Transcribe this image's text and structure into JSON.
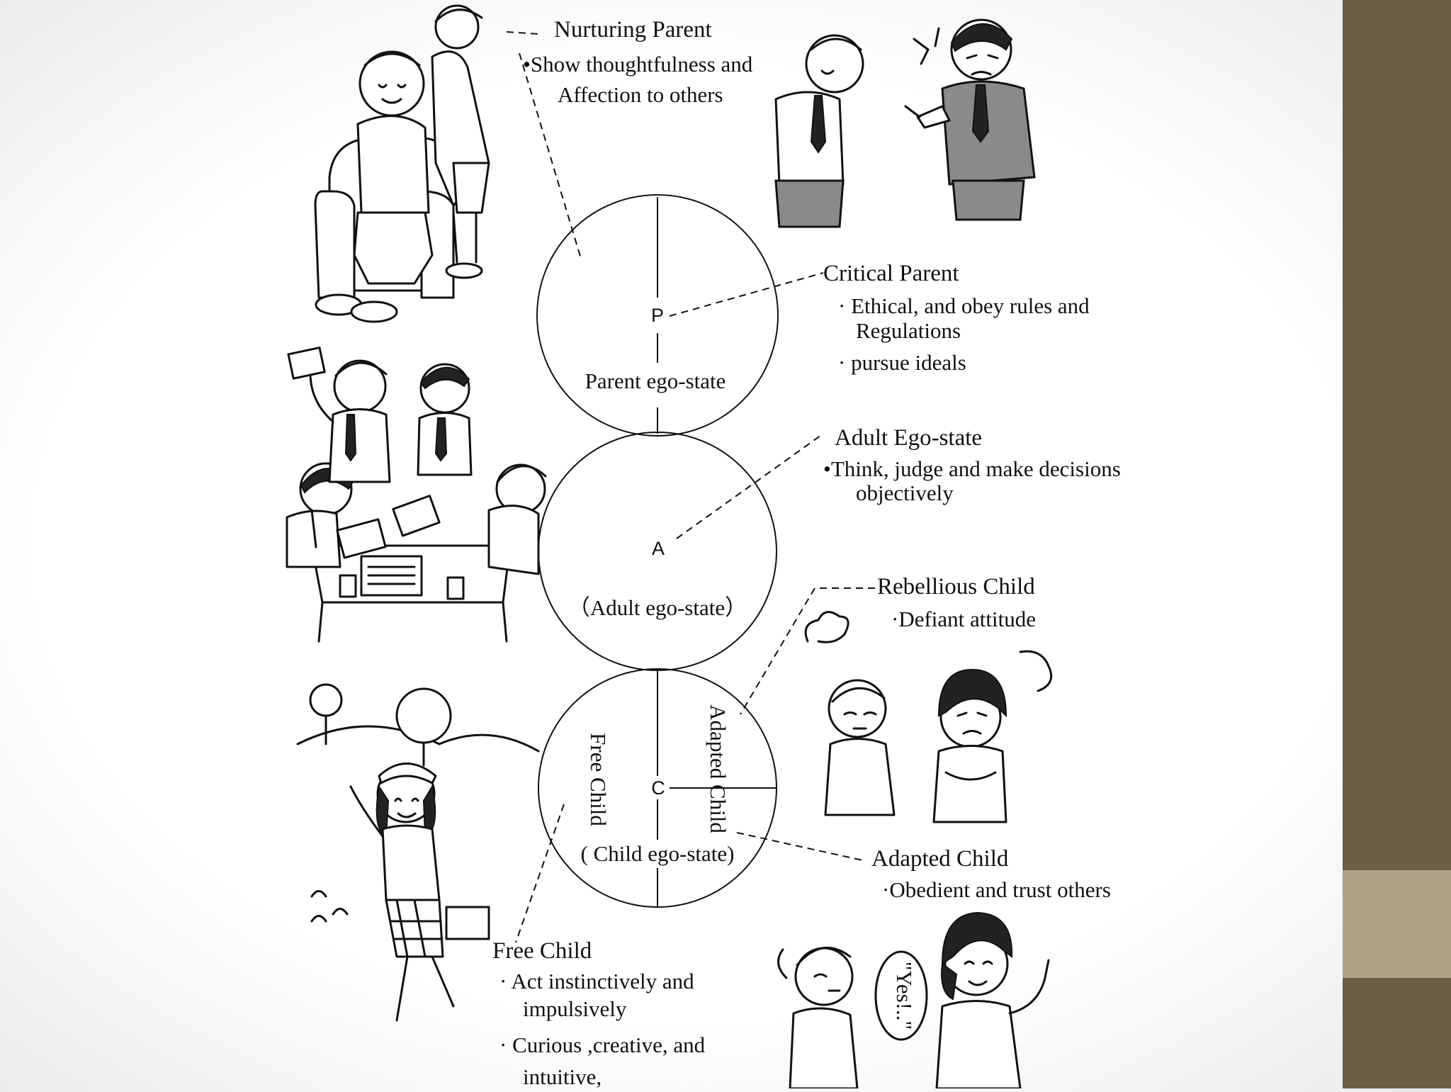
{
  "nurturing_parent": {
    "title": "Nurturing Parent",
    "lines": [
      "•Show thoughtfulness and",
      "Affection to others"
    ]
  },
  "critical_parent": {
    "title": "Critical Parent",
    "lines": [
      "· Ethical, and obey rules and",
      "Regulations",
      "· pursue ideals"
    ]
  },
  "adult": {
    "title": "Adult Ego-state",
    "lines": [
      "•Think, judge and make decisions",
      "objectively"
    ]
  },
  "rebellious_child": {
    "title": "Rebellious Child",
    "lines": [
      "·Defiant attitude"
    ]
  },
  "adapted_child": {
    "title": "Adapted Child",
    "lines": [
      "·Obedient and trust others"
    ]
  },
  "free_child": {
    "title": "Free Child",
    "lines": [
      "· Act instinctively and",
      "impulsively",
      "· Curious ,creative, and",
      "intuitive,"
    ]
  },
  "circles": {
    "parent": {
      "letter": "P",
      "label": "Parent ego-state"
    },
    "adult": {
      "letter": "A",
      "label": "（Adult ego-state）"
    },
    "child": {
      "letter": "C",
      "label": "( Child ego-state)",
      "left_label": "Free Child",
      "right_label": "Adapted Child"
    }
  },
  "speech": {
    "yes": "\"Yes!..\""
  },
  "colors": {
    "sidebar": "#6b5f48",
    "sidebar_accent": "#aba283"
  }
}
